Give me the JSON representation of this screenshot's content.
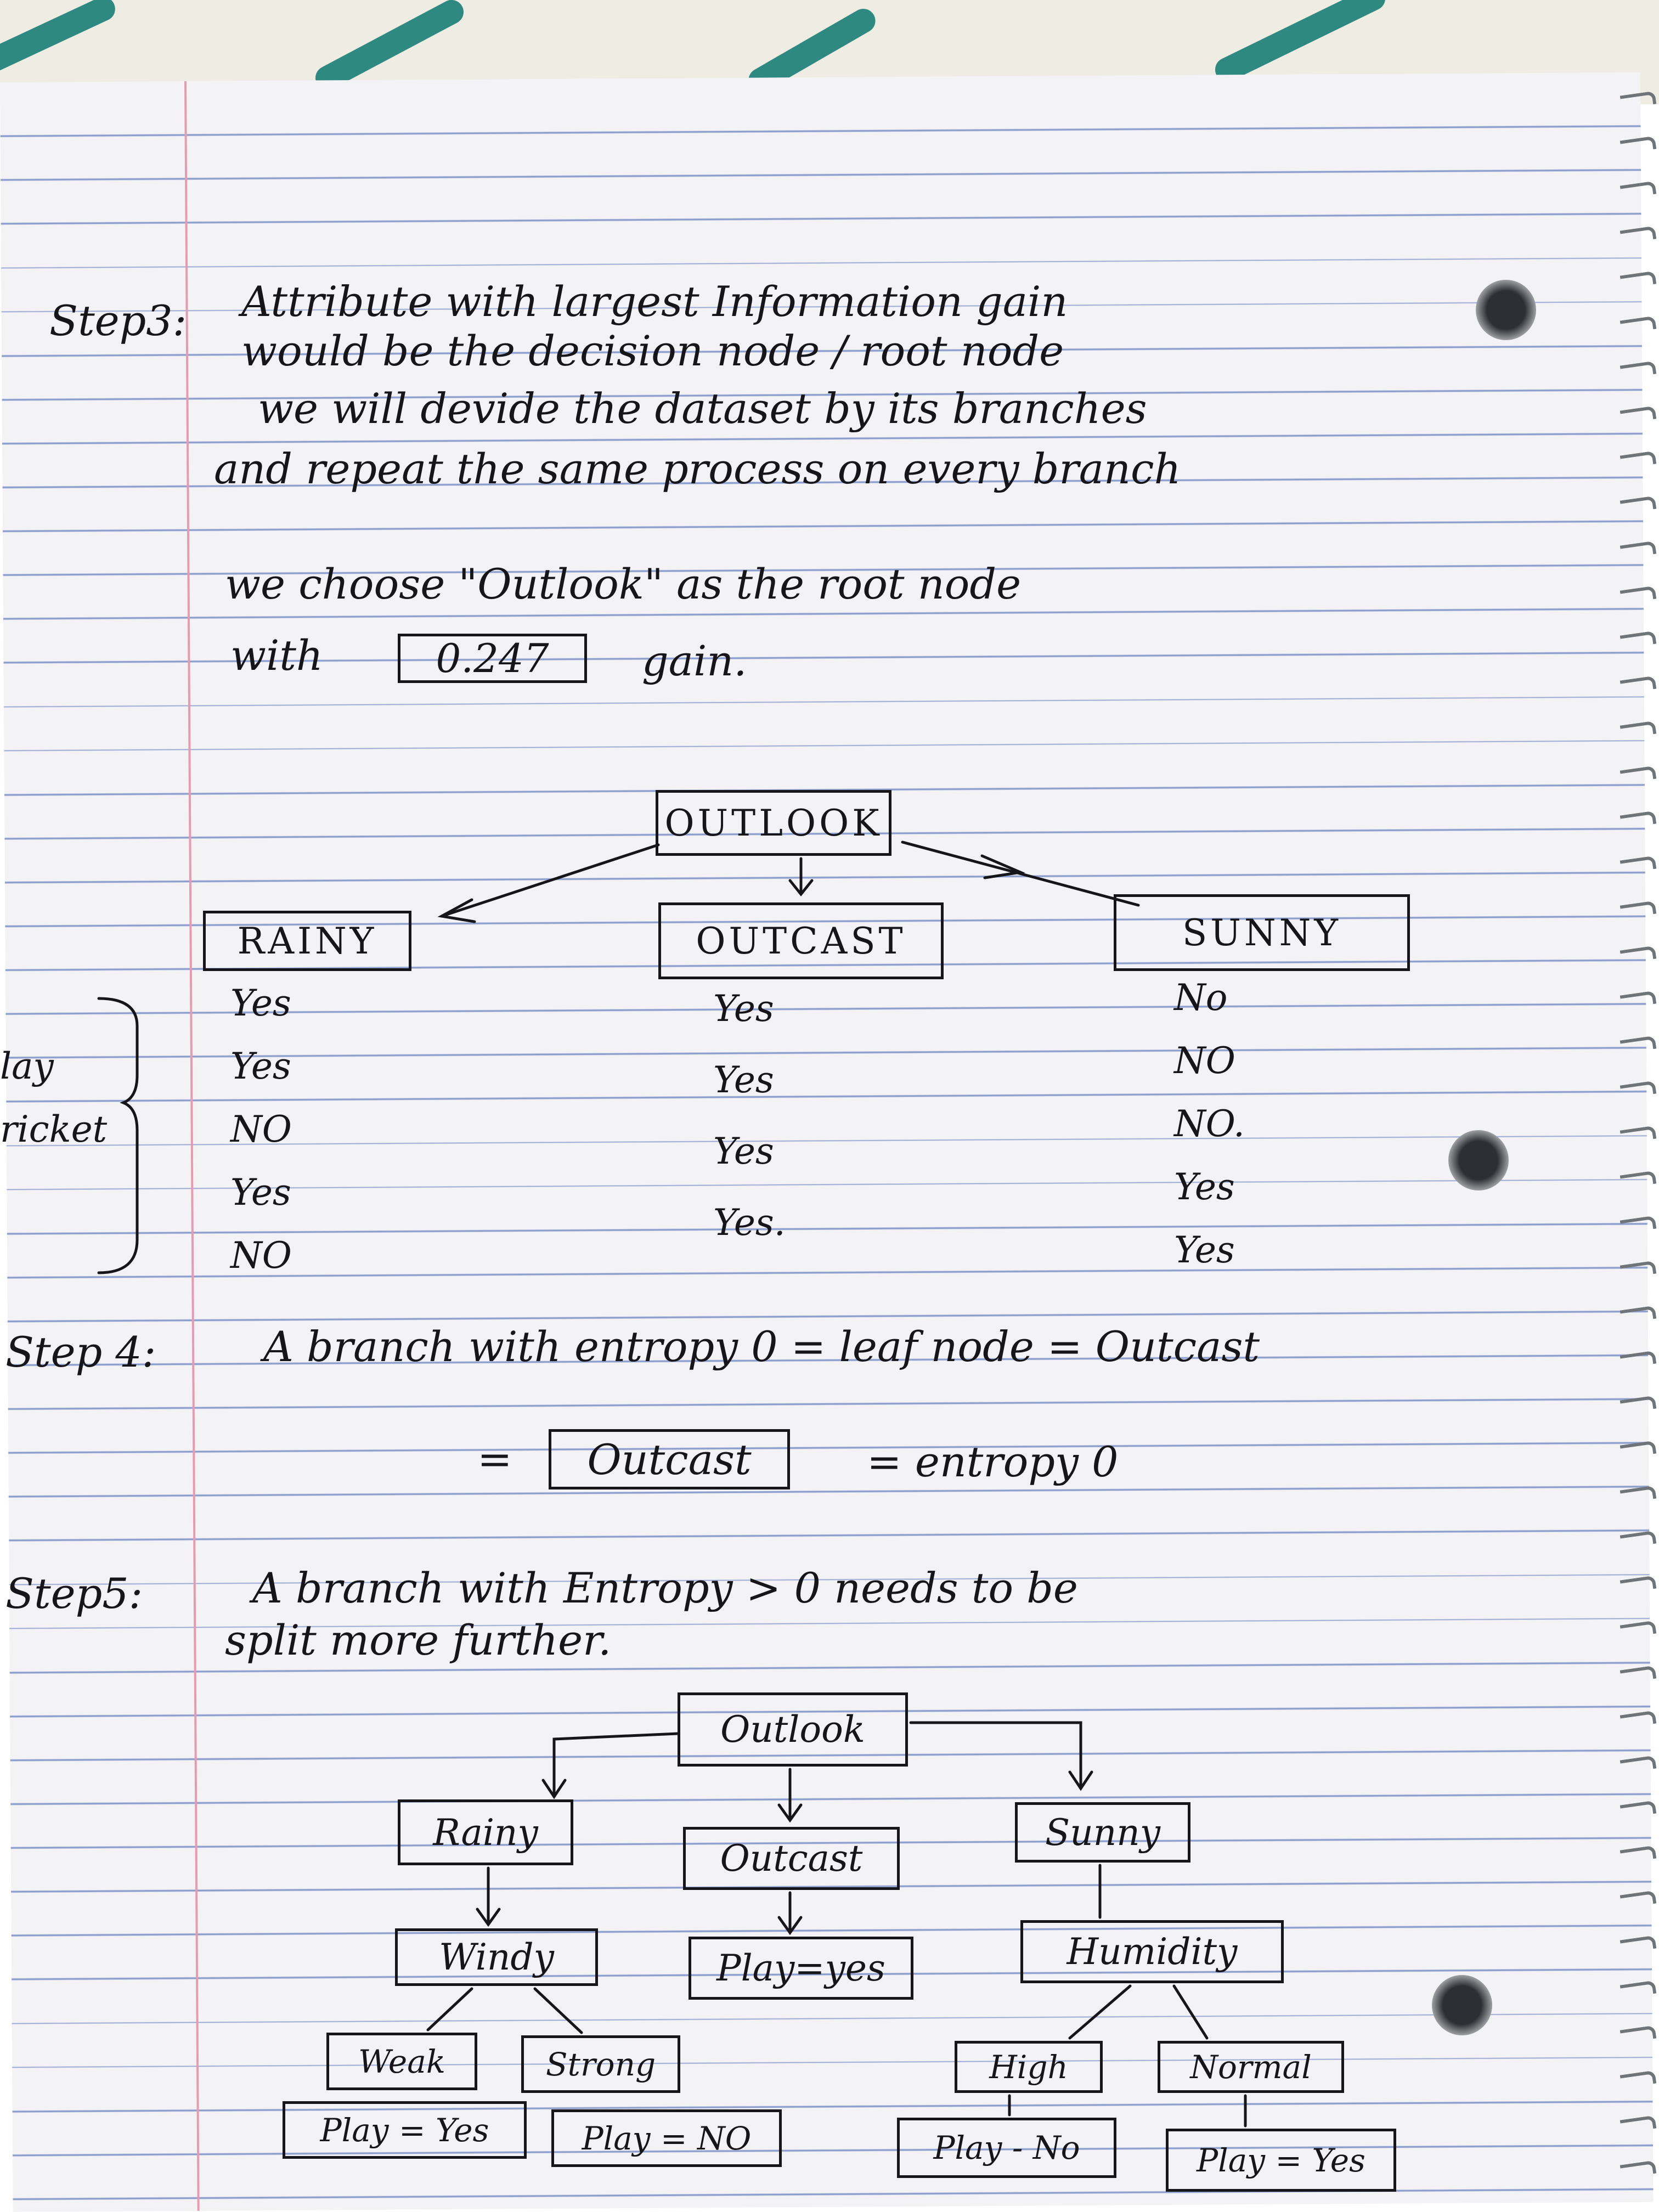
{
  "step3": {
    "label": "Step3:",
    "line1": "Attribute with largest Information gain",
    "line2": "would be the decision node / root node",
    "line3": "we will devide the dataset by its branches",
    "line4": "and repeat the same process on every branch",
    "line5": "we choose \"Outlook\" as the root node",
    "line6_a": "with",
    "line6_box": "0.247",
    "line6_b": "gain."
  },
  "tree1": {
    "root": "OUTLOOK",
    "rainy": {
      "label": "RAINY",
      "values": [
        "Yes",
        "Yes",
        "NO",
        "Yes",
        "NO"
      ]
    },
    "outcast": {
      "label": "OUTCAST",
      "values": [
        "Yes",
        "Yes",
        "Yes",
        "Yes."
      ]
    },
    "sunny": {
      "label": "SUNNY",
      "values": [
        "No",
        "NO",
        "NO.",
        "Yes",
        "Yes"
      ]
    },
    "side_label_1": "lay",
    "side_label_2": "ricket"
  },
  "step4": {
    "label": "Step 4:",
    "text": "A branch with entropy 0 = leaf node = Outcast",
    "eq_prefix": "=",
    "boxed": "Outcast",
    "eq_suffix": "= entropy 0"
  },
  "step5": {
    "label": "Step5:",
    "line1": "A branch with Entropy > 0 needs to be",
    "line2": "split more further."
  },
  "tree2": {
    "root": "Outlook",
    "rainy": "Rainy",
    "outcast": "Outcast",
    "sunny": "Sunny",
    "windy": "Windy",
    "play_yes_mid": "Play=yes",
    "humidity": "Humidity",
    "weak": "Weak",
    "strong": "Strong",
    "high": "High",
    "normal": "Normal",
    "weak_result": "Play = Yes",
    "strong_result": "Play = NO",
    "high_result": "Play - No",
    "normal_result": "Play = Yes"
  }
}
